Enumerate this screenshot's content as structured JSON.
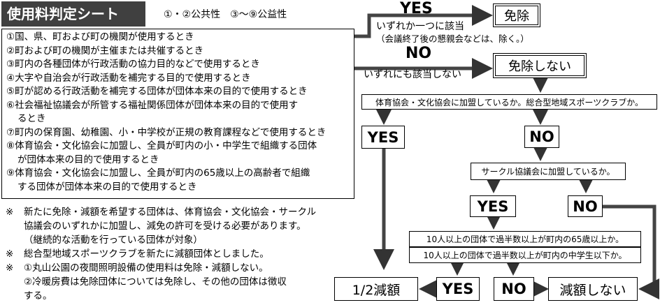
{
  "title": "使用料判定シート",
  "subtitle": "①・②公共性　③〜⑨公益性",
  "criteria": [
    {
      "lines": [
        "①国、県、町および町の機関が使用するとき"
      ]
    },
    {
      "lines": [
        "②町および町の機関が主催または共催するとき"
      ]
    },
    {
      "lines": [
        "③町内の各種団体が行政活動の協力目的などで使用するとき"
      ]
    },
    {
      "lines": [
        "④大字や自治会が行政活動を補完する目的で使用するとき"
      ]
    },
    {
      "lines": [
        "⑤町が認める行政活動を補完する団体が団体本来の目的で使用するとき"
      ]
    },
    {
      "lines": [
        "⑥社会福祉協議会が所管する福祉関係団体が団体本来の目的で使用す",
        "るとき"
      ]
    },
    {
      "lines": [
        "⑦町内の保育園、幼稚園、小・中学校が正規の教育課程などで使用するとき"
      ]
    },
    {
      "lines": [
        "⑧体育協会・文化協会に加盟し、全員が町内の小・中学生で組織する団体",
        "が団体本来の目的で使用するとき"
      ]
    },
    {
      "lines": [
        "⑨体育協会・文化協会に加盟し、全員が町内の65歳以上の高齢者で組織",
        "する団体が団体本来の目的で使用するとき"
      ]
    }
  ],
  "notes": [
    {
      "mark": "※",
      "lines": [
        "新たに免除・減額を希望する団体は、体育協会・文化協会・サークル",
        "協議会のいずれかに加盟し、減免の許可を受ける必要があります。",
        "（継続的な活動を行っている団体が対象）"
      ]
    },
    {
      "mark": "※",
      "lines": [
        "総合型地域スポーツクラブを新たに減額団体としました。"
      ]
    },
    {
      "mark": "※",
      "lines": [
        "①丸山公園の夜間照明設備の使用料は免除・減額しない。",
        "②冷暖房費は免除団体については免除し、その他の団体は徴収",
        "する。"
      ]
    }
  ],
  "flow": {
    "yes_top": "YES",
    "yes_top_note": "いずれか一つに該当",
    "yes_top_subnote": "（会議終了後の懇親会などは、除く。）",
    "exempt": "免除",
    "no_top": "NO",
    "no_top_note": "いずれにも該当しない",
    "not_exempt": "免除しない",
    "q1": "体育協会・文化協会に加盟しているか。総合型地域スポーツクラブか。",
    "q1_yes": "YES",
    "q1_no": "NO",
    "q2": "サークル協議会に加盟しているか。",
    "q2_yes": "YES",
    "q2_no": "NO",
    "q3a": "10人以上の団体で過半数以上が町内の65歳以上か。",
    "q3b": "10人以上の団体で過半数以上が町内の中学生以下か。",
    "half": "1/2減額",
    "q3_yes": "YES",
    "q3_no": "NO",
    "no_reduction": "減額しない"
  }
}
